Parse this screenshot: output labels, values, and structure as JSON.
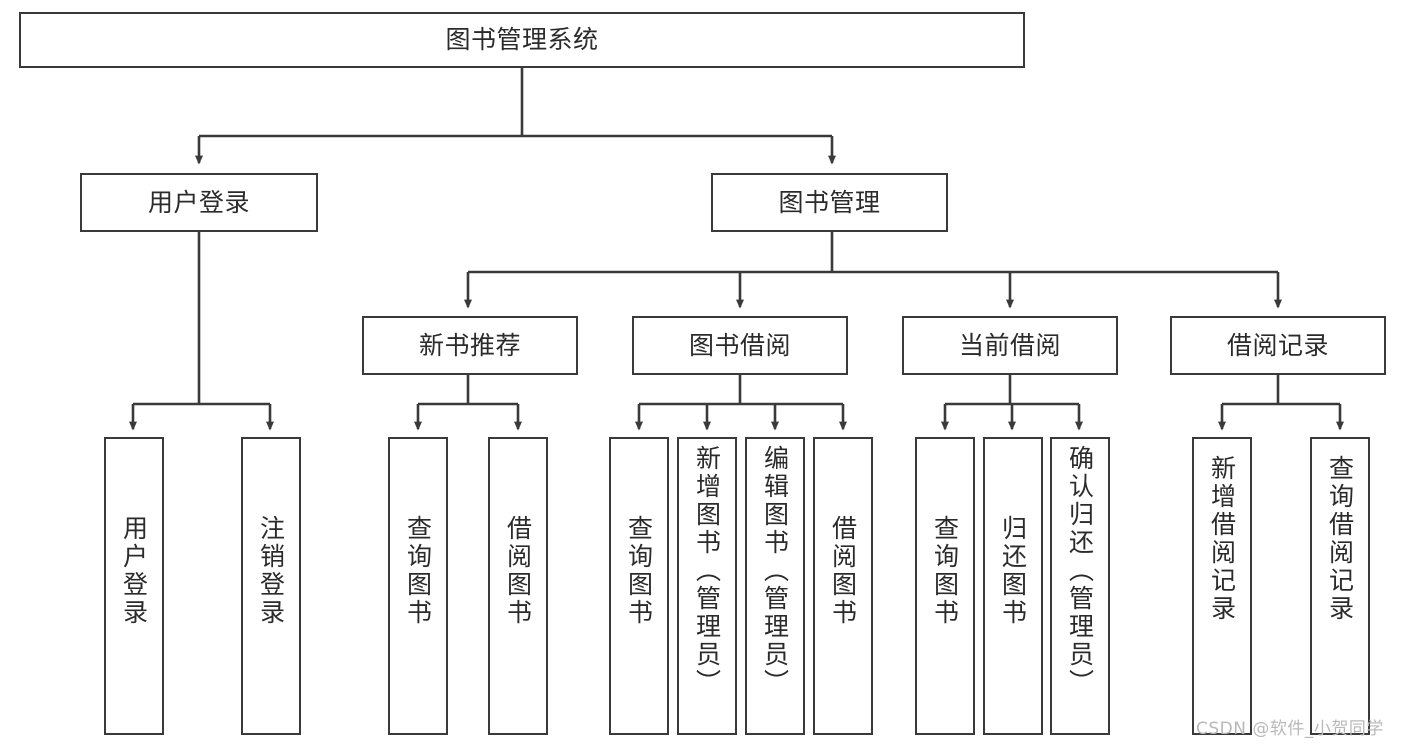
{
  "diagram": {
    "type": "tree-hierarchy-flowchart",
    "title": "图书管理系统",
    "edge_color": "#3a3a3a",
    "box_border_color": "#3a3a3a",
    "box_fill_color": "#ffffff",
    "text_color": "#2b2b2b",
    "background_color": "#ffffff"
  },
  "nodes": {
    "root": {
      "label": "图书管理系统"
    },
    "level2": [
      {
        "label": "用户登录"
      },
      {
        "label": "图书管理"
      }
    ],
    "level3": [
      {
        "label": "新书推荐"
      },
      {
        "label": "图书借阅"
      },
      {
        "label": "当前借阅"
      },
      {
        "label": "借阅记录"
      }
    ],
    "leaves": {
      "user_login": [
        {
          "label": "用户登录"
        },
        {
          "label": "注销登录"
        }
      ],
      "new_book_recommend": [
        {
          "label": "查询图书"
        },
        {
          "label": "借阅图书"
        }
      ],
      "book_borrow": [
        {
          "label": "查询图书"
        },
        {
          "label": "新增图书（管理员）"
        },
        {
          "label": "编辑图书（管理员）"
        },
        {
          "label": "借阅图书"
        }
      ],
      "current_borrow": [
        {
          "label": "查询图书"
        },
        {
          "label": "归还图书"
        },
        {
          "label": "确认归还（管理员）"
        }
      ],
      "borrow_record": [
        {
          "label": "新增借阅记录"
        },
        {
          "label": "查询借阅记录"
        }
      ]
    }
  },
  "watermark": {
    "text": "CSDN @软件_小贺同学"
  }
}
